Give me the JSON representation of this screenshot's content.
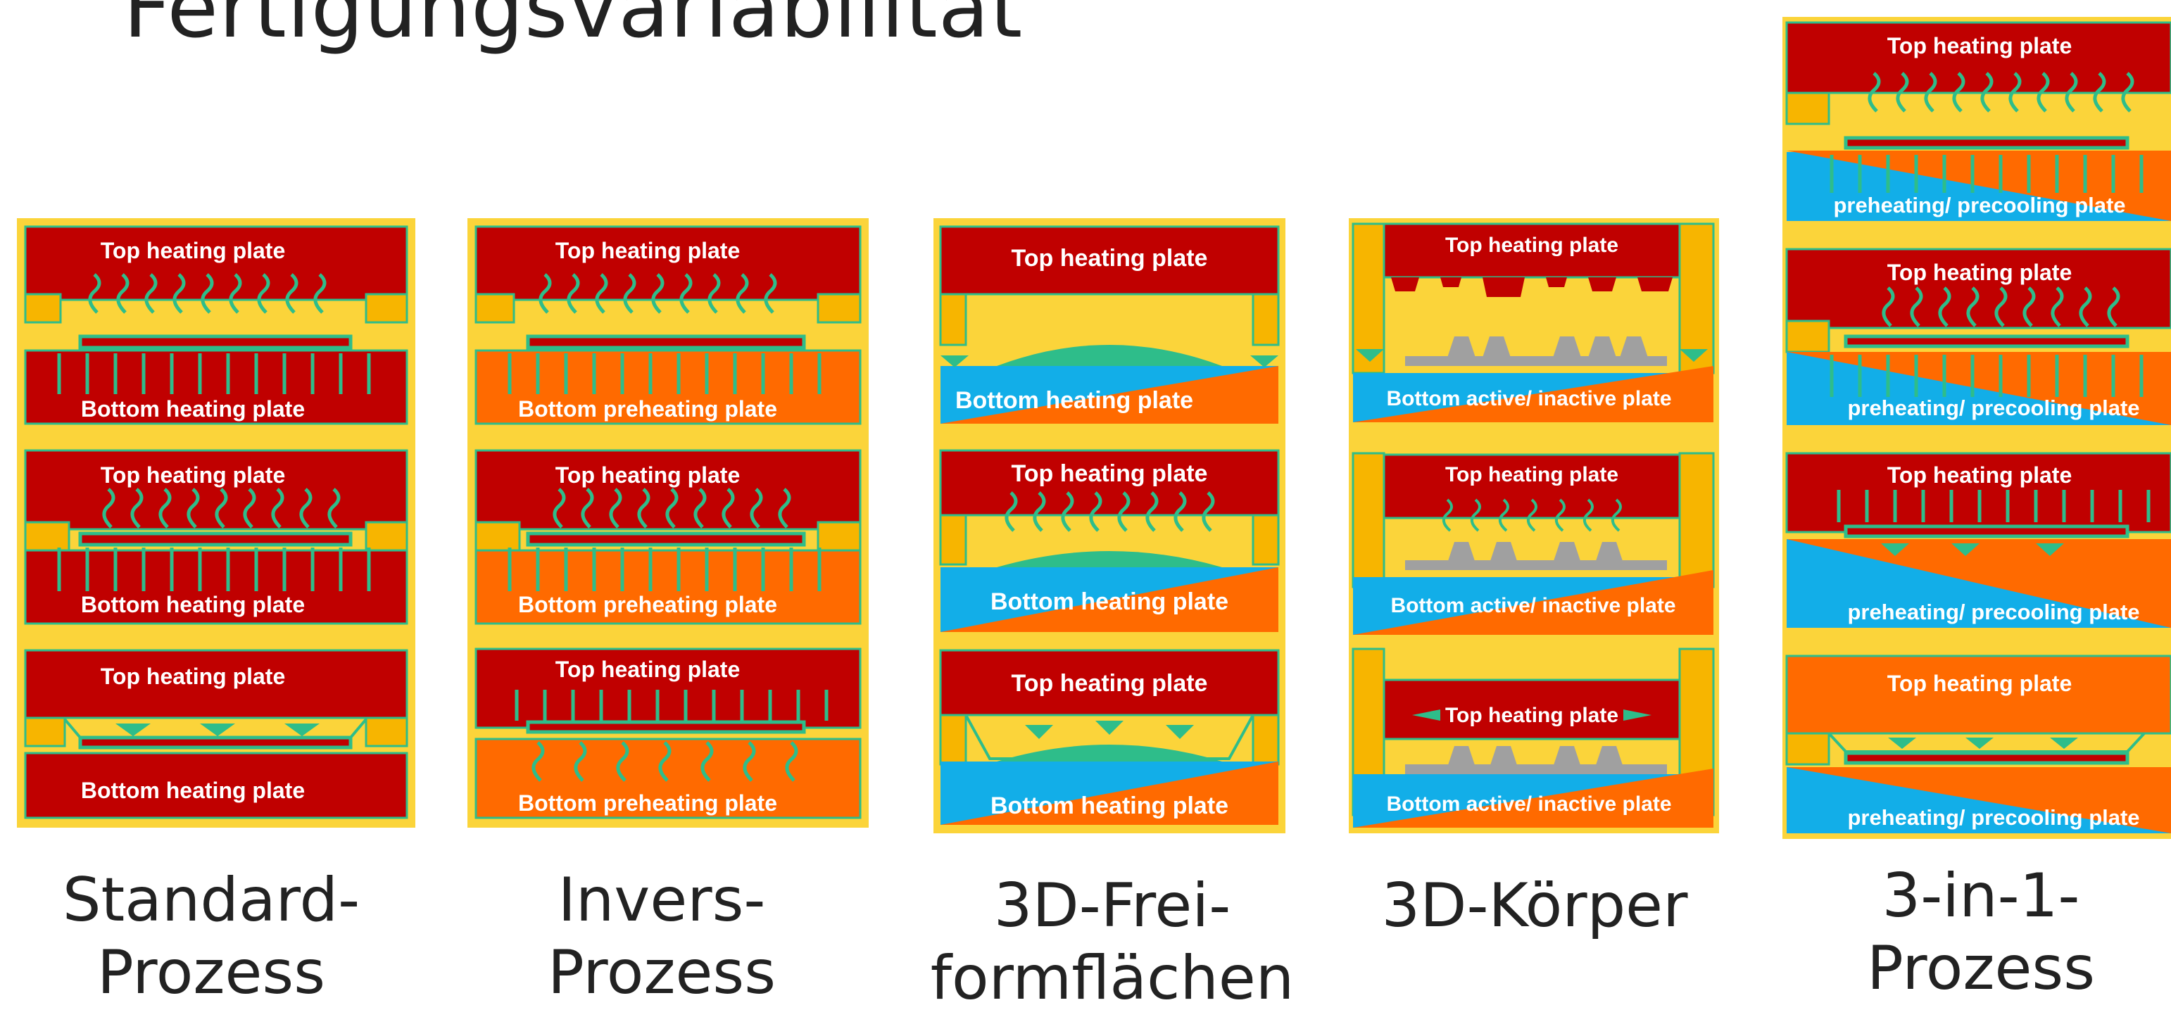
{
  "title": "Fertigungsvariabilität",
  "panels": [
    {
      "caption": [
        "Standard-",
        "Prozess"
      ],
      "rows": [
        {
          "top": "Top heating plate",
          "bottom": "Bottom heating plate"
        },
        {
          "top": "Top heating plate",
          "bottom": "Bottom heating plate"
        },
        {
          "top": "Top heating plate",
          "bottom": "Bottom heating plate"
        }
      ]
    },
    {
      "caption": [
        "Invers-",
        "Prozess"
      ],
      "rows": [
        {
          "top": "Top heating plate",
          "bottom": "Bottom preheating plate"
        },
        {
          "top": "Top heating plate",
          "bottom": "Bottom preheating plate"
        },
        {
          "top": "Top heating plate",
          "bottom": "Bottom preheating plate"
        }
      ]
    },
    {
      "caption": [
        "3D-Frei-",
        "formflächen"
      ],
      "rows": [
        {
          "top": "Top heating plate",
          "bottom": "Bottom heating plate"
        },
        {
          "top": "Top heating plate",
          "bottom": "Bottom heating plate"
        },
        {
          "top": "Top heating plate",
          "bottom": "Bottom heating plate"
        }
      ]
    },
    {
      "caption": [
        "3D-Körper"
      ],
      "rows": [
        {
          "top": "Top heating plate",
          "bottom": "Bottom active/ inactive plate"
        },
        {
          "top": "Top heating plate",
          "bottom": "Bottom active/ inactive plate"
        },
        {
          "top": "Top heating plate",
          "bottom": "Bottom active/ inactive plate"
        }
      ]
    },
    {
      "caption": [
        "3-in-1-",
        "Prozess"
      ],
      "rows": [
        {
          "top": "Top heating plate",
          "bottom": "preheating/ precooling plate"
        },
        {
          "top": "Top heating plate",
          "bottom": "preheating/ precooling plate"
        },
        {
          "top": "Top heating plate",
          "bottom": "preheating/ precooling plate"
        },
        {
          "top": "Top heating plate",
          "bottom": "preheating/ precooling plate"
        }
      ]
    }
  ],
  "colors": {
    "panel_bg": "#fbd43a",
    "heating_red": "#c00000",
    "preheat_orange": "#ff6a00",
    "cool_blue": "#12aee8",
    "product_green": "#2ebd8a",
    "block_gold": "#f7b500",
    "mold_gray": "#a0a0a0"
  }
}
